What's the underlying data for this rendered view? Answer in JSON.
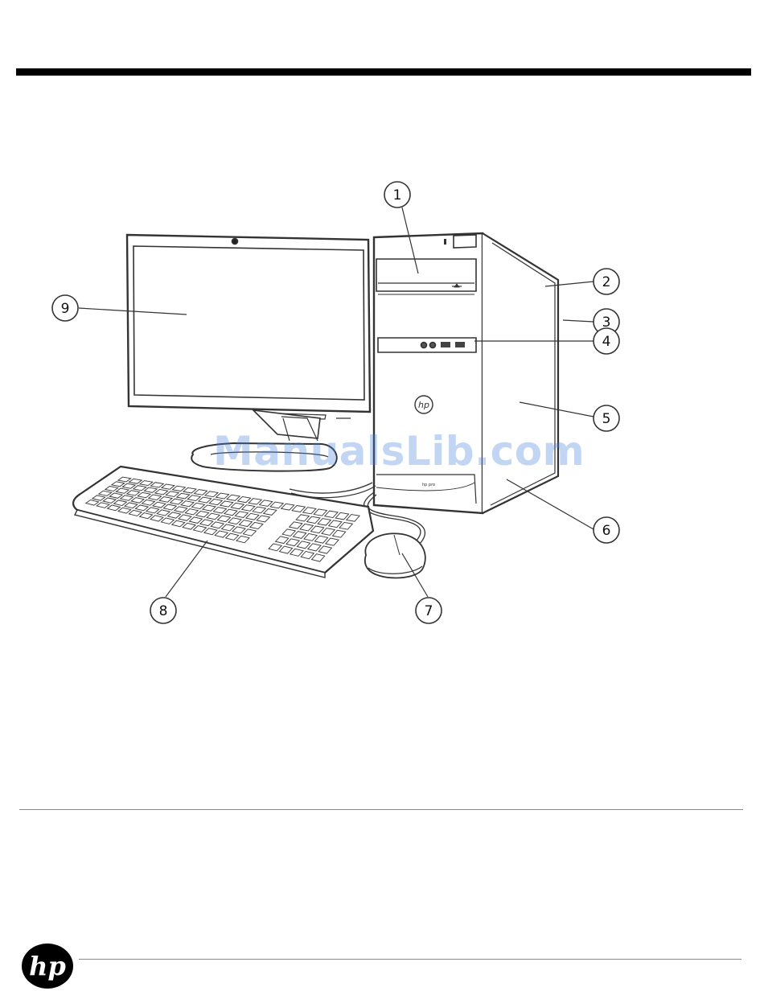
{
  "header": {
    "rule": "black"
  },
  "figure": {
    "callouts": [
      "1",
      "2",
      "3",
      "4",
      "5",
      "6",
      "7",
      "8",
      "9"
    ],
    "tower_badge": "hp pro",
    "tower_logo": "hp-logo-icon"
  },
  "watermark": {
    "text": "ManualsLib.com"
  },
  "footer": {
    "logo": "hp-logo-icon"
  }
}
